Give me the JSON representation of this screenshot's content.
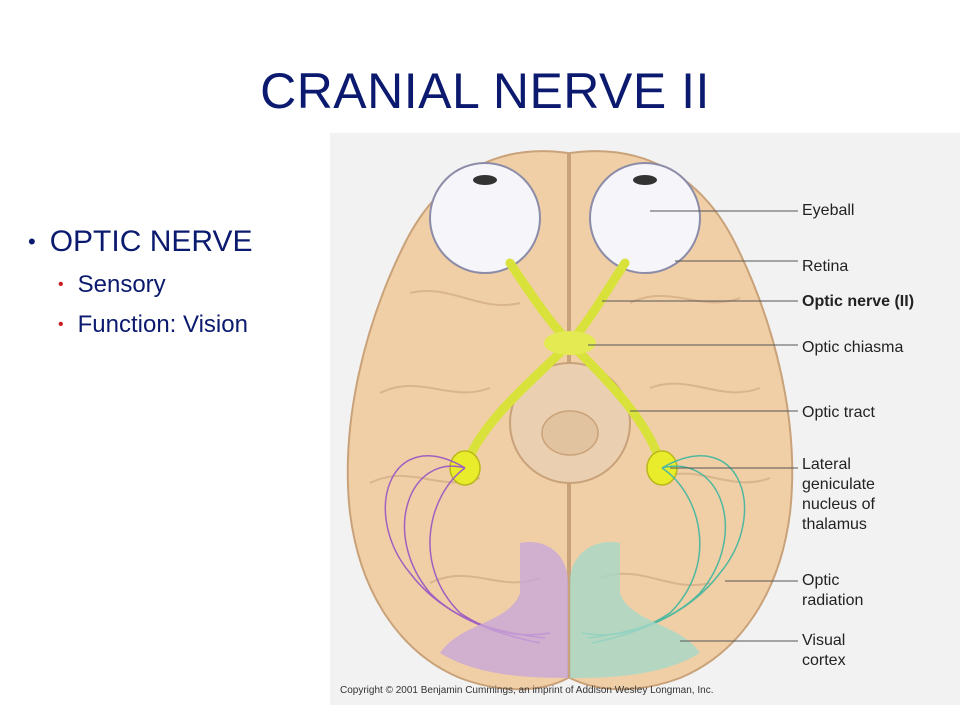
{
  "slide": {
    "title": "CRANIAL NERVE II",
    "bullet_main": "OPTIC NERVE",
    "sub_bullets": [
      "Sensory",
      "Function: Vision"
    ]
  },
  "figure": {
    "labels": {
      "eyeball": "Eyeball",
      "retina": "Retina",
      "optic_nerve": "Optic nerve (II)",
      "optic_chiasma": "Optic chiasma",
      "optic_tract": "Optic tract",
      "lgn": "Lateral\ngeniculate\nnucleus of\nthalamus",
      "optic_radiation": "Optic\nradiation",
      "visual_cortex": "Visual\ncortex"
    },
    "copyright": "Copyright © 2001 Benjamin Cummings, an imprint of Addison Wesley Longman, Inc."
  },
  "colors": {
    "title": "#0b1a6e",
    "bullet_accent": "#c81e1e",
    "brain": "#f0cfa6",
    "nerve": "#d8e23a",
    "radiation_left": "#a060c0",
    "radiation_right": "#50b8a0"
  }
}
